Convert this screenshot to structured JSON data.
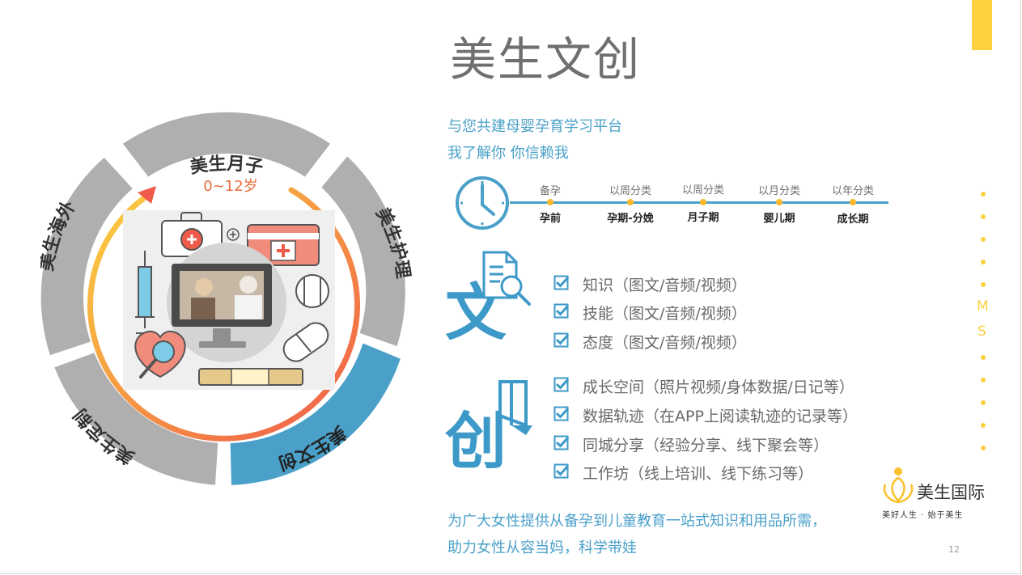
{
  "title": "美生文创",
  "subtitles": [
    "与您共建母婴孕育学习平台",
    "我了解你 你信赖我"
  ],
  "wheel": {
    "segments": [
      "美生月子",
      "美生护理",
      "美生文创",
      "美生定制",
      "美生海外"
    ],
    "active_segment": "美生文创",
    "age_range": "0~12岁",
    "colors": {
      "segment": "#afafaf",
      "active": "#4aa0c9",
      "arc_start": "#fbd140",
      "arc_end": "#ef5a4a"
    }
  },
  "timeline": {
    "points": [
      {
        "label": "备孕",
        "stage": "孕前"
      },
      {
        "label": "以周分类",
        "stage": "孕期-分娩"
      },
      {
        "label": "以周分类",
        "stage": "月子期"
      },
      {
        "label": "以月分类",
        "stage": "婴儿期"
      },
      {
        "label": "以年分类",
        "stage": "成长期"
      }
    ]
  },
  "wen": {
    "char": "文",
    "items": [
      "知识（图文/音频/视频）",
      "技能（图文/音频/视频）",
      "态度（图文/音频/视频）"
    ]
  },
  "chuang": {
    "char": "创",
    "items": [
      "成长空间（照片视频/身体数据/日记等）",
      "数据轨迹（在APP上阅读轨迹的记录等）",
      "同城分享（经验分享、线下聚会等）",
      "工作坊（线上培训、线下练习等）"
    ]
  },
  "side_letters": [
    "M",
    "S"
  ],
  "bottom_text": [
    "为广大女性提供从备孕到儿童教育一站式知识和用品所需，",
    "助力女性从容当妈，科学带娃"
  ],
  "logo": {
    "name": "美生国际",
    "slogan": "美好人生 · 始于美生"
  },
  "page_number": "12",
  "colors": {
    "accent": "#fbd140",
    "blue": "#4aa0c9",
    "title_gray": "#6f6f6f"
  }
}
